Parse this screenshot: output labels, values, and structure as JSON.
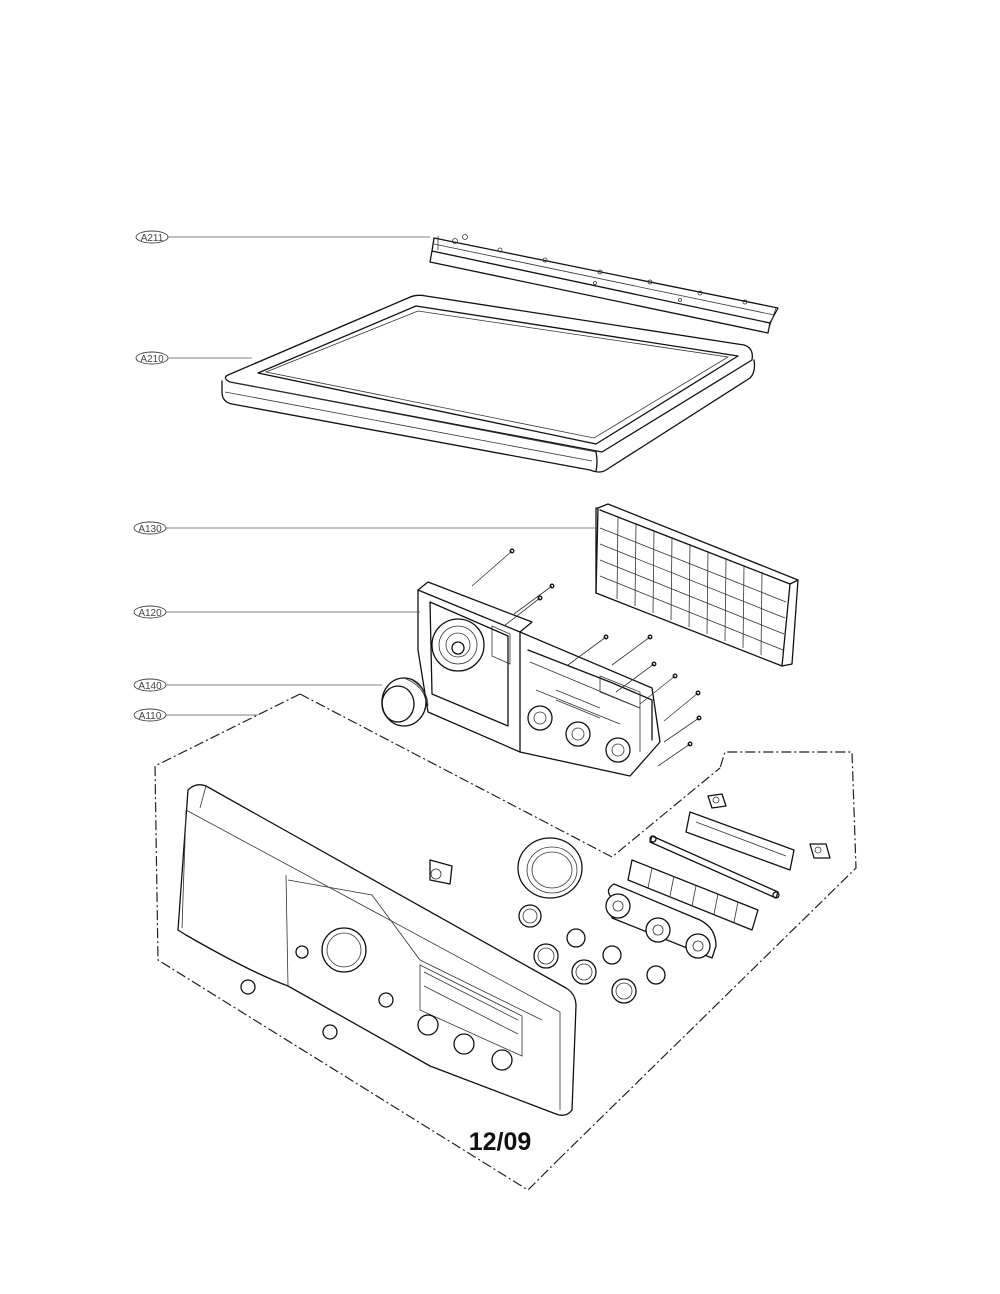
{
  "callouts": [
    {
      "id": "a211",
      "label": "A211"
    },
    {
      "id": "a210",
      "label": "A210"
    },
    {
      "id": "a130",
      "label": "A130"
    },
    {
      "id": "a120",
      "label": "A120"
    },
    {
      "id": "a140",
      "label": "A140"
    },
    {
      "id": "a110",
      "label": "A110"
    }
  ],
  "footer": {
    "date_code": "12/09"
  }
}
